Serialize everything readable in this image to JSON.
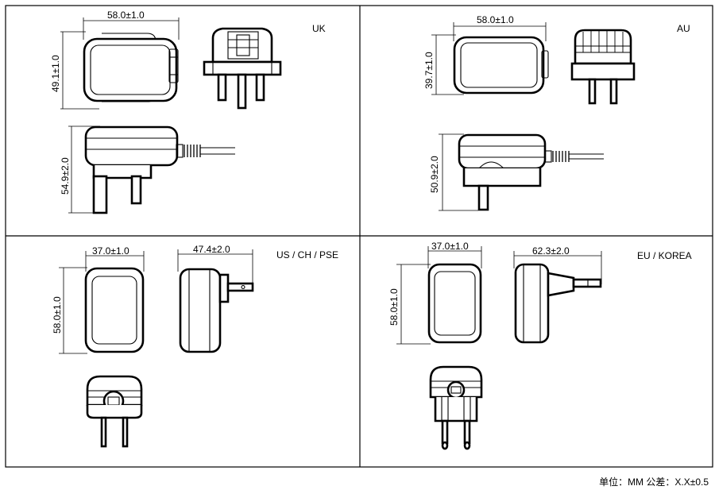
{
  "panels": {
    "uk": {
      "label": "UK",
      "dims": {
        "width": "58.0±1.0",
        "height": "49.1±1.0",
        "side_height": "54.9±2.0"
      }
    },
    "au": {
      "label": "AU",
      "dims": {
        "width": "58.0±1.0",
        "height": "39.7±1.0",
        "side_height": "50.9±2.0"
      }
    },
    "us": {
      "label": "US / CH / PSE",
      "dims": {
        "width": "37.0±1.0",
        "height": "58.0±1.0",
        "depth": "47.4±2.0"
      }
    },
    "eu": {
      "label": "EU / KOREA",
      "dims": {
        "width": "37.0±1.0",
        "height": "58.0±1.0",
        "depth": "62.3±2.0"
      }
    }
  },
  "footnote": "单位：MM 公差：X.X±0.5"
}
